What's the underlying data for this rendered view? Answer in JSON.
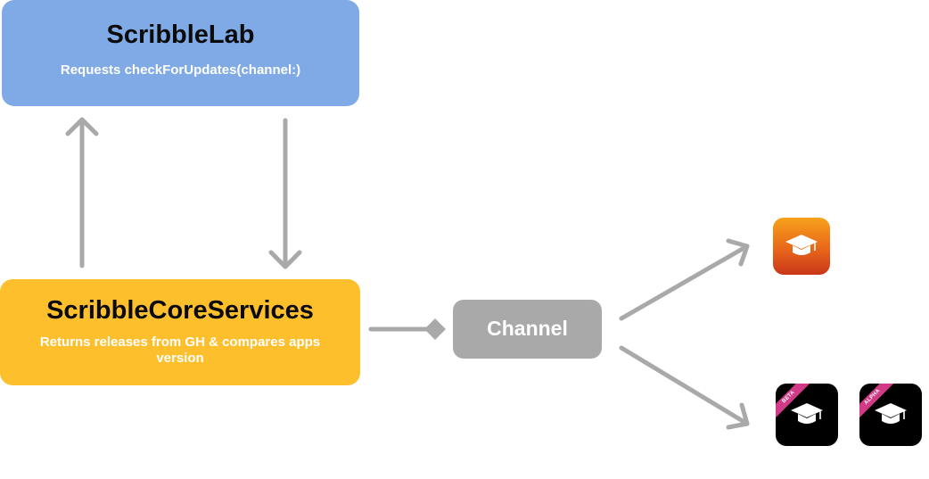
{
  "nodes": {
    "scribble_lab": {
      "title": "ScribbleLab",
      "subtitle": "Requests checkForUpdates(channel:)"
    },
    "scribble_core_services": {
      "title": "ScribbleCoreServices",
      "subtitle": "Returns releases from GH & compares apps version"
    },
    "channel": {
      "title": "Channel"
    }
  },
  "apps": {
    "stable": {
      "icon": "graduation-cap-icon",
      "color": "#e8671a"
    },
    "beta": {
      "icon": "graduation-cap-icon",
      "ribbon": "BETA",
      "ribbon_color": "#d13a86"
    },
    "alpha": {
      "icon": "graduation-cap-icon",
      "ribbon": "ALPHA",
      "ribbon_color": "#d13a86"
    }
  },
  "colors": {
    "scribble_lab": "#7faae6",
    "scribble_core_services": "#febf2d",
    "channel": "#a9a9a9",
    "arrow": "#a9a9a9"
  }
}
